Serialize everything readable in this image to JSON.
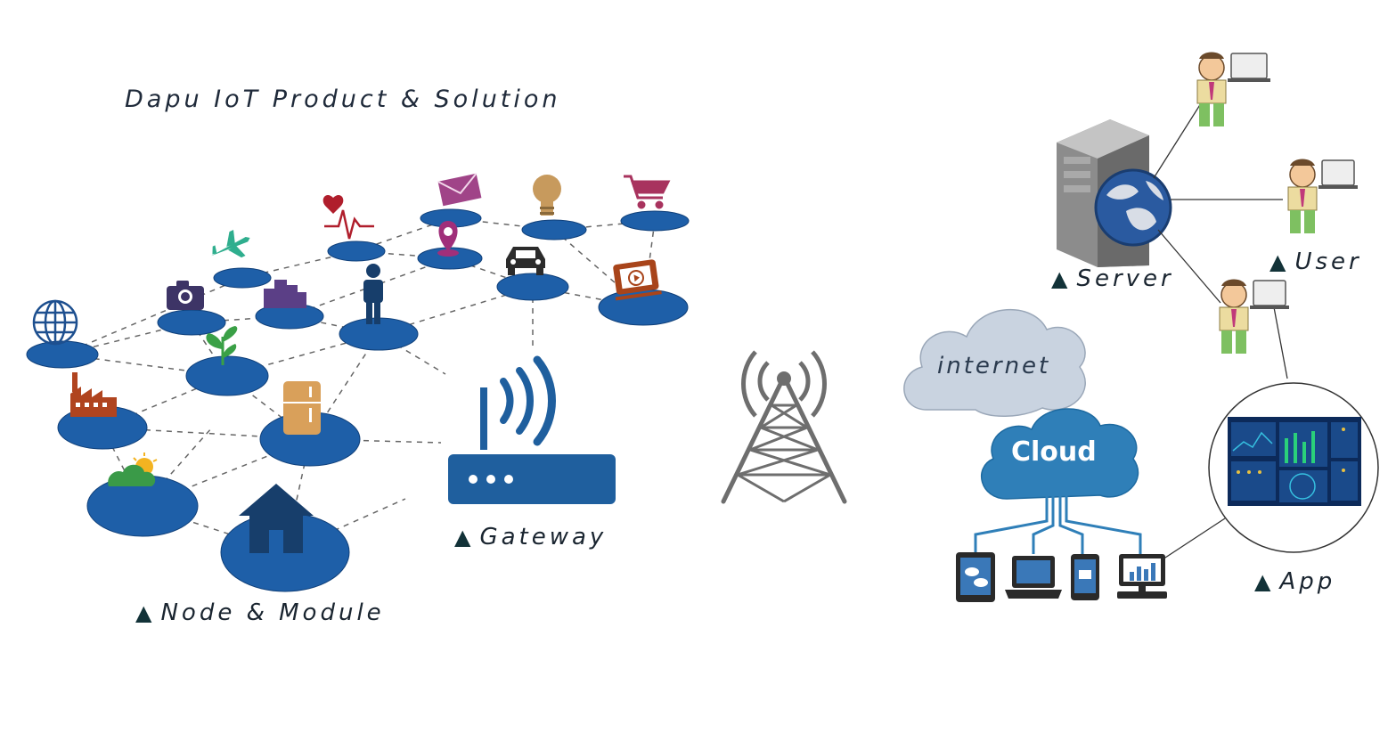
{
  "title": "Dapu IoT Product & Solution",
  "labels": {
    "node_module": "Node & Module",
    "gateway": "Gateway",
    "server": "Server",
    "user": "User",
    "app": "App",
    "internet": "internet",
    "cloud": "Cloud"
  },
  "marker_glyph": "▲",
  "colors": {
    "disc": "#1e5fa8",
    "gateway": "#1f5f9e",
    "tower": "#6e6e6e",
    "cloud_internet": "#c9d3e0",
    "cloud_main": "#2f7fb8",
    "link": "#555555"
  },
  "node_icons": [
    "globe-icon",
    "camera-icon",
    "airplane-icon",
    "heartbeat-icon",
    "buildings-icon",
    "envelope-icon",
    "map-pin-icon",
    "person-icon",
    "light-bulb-icon",
    "car-icon",
    "shopping-cart-icon",
    "monitor-icon",
    "factory-icon",
    "plant-icon",
    "fridge-icon",
    "weather-icon",
    "house-icon"
  ]
}
